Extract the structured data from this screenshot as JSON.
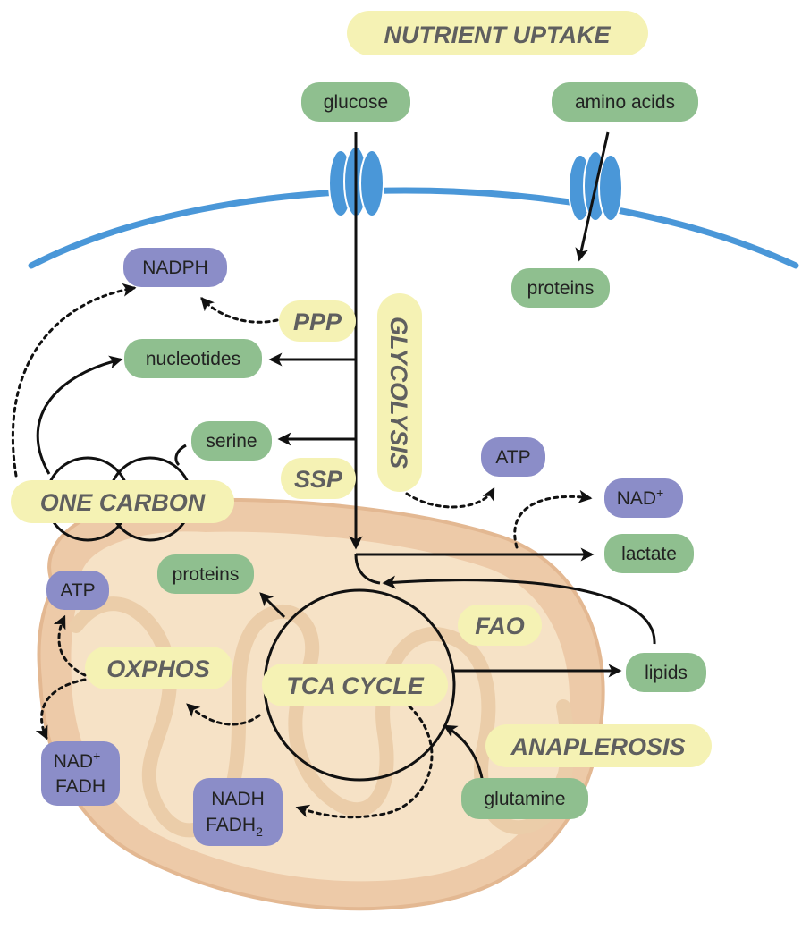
{
  "colors": {
    "green_node": "#8fbf8f",
    "purple_node": "#8b8dc8",
    "yellow_label": "#f5f2b4",
    "membrane": "#4a97d8",
    "mito_outer": "#edcaa8",
    "mito_inner": "#f6e2c6"
  },
  "labels": {
    "nutrient_uptake": "NUTRIENT UPTAKE",
    "glycolysis": "GLYCOLYSIS",
    "ppp": "PPP",
    "ssp": "SSP",
    "one_carbon": "ONE CARBON",
    "fao": "FAO",
    "oxphos": "OXPHOS",
    "tca_cycle": "TCA CYCLE",
    "anaplerosis": "ANAPLEROSIS"
  },
  "nodes": {
    "glucose": "glucose",
    "amino_acids": "amino acids",
    "proteins_top": "proteins",
    "nadph": "NADPH",
    "nucleotides": "nucleotides",
    "serine": "serine",
    "atp_top": "ATP",
    "nad_plus_top": "NAD",
    "lactate": "lactate",
    "proteins_mito": "proteins",
    "atp_left": "ATP",
    "lipids": "lipids",
    "nad_plus_left": "NAD",
    "fadh_left": "FADH",
    "nadh": "NADH",
    "fadh2": "FADH",
    "glutamine": "glutamine"
  },
  "superscripts": {
    "plus": "+"
  },
  "subscripts": {
    "two": "2"
  }
}
